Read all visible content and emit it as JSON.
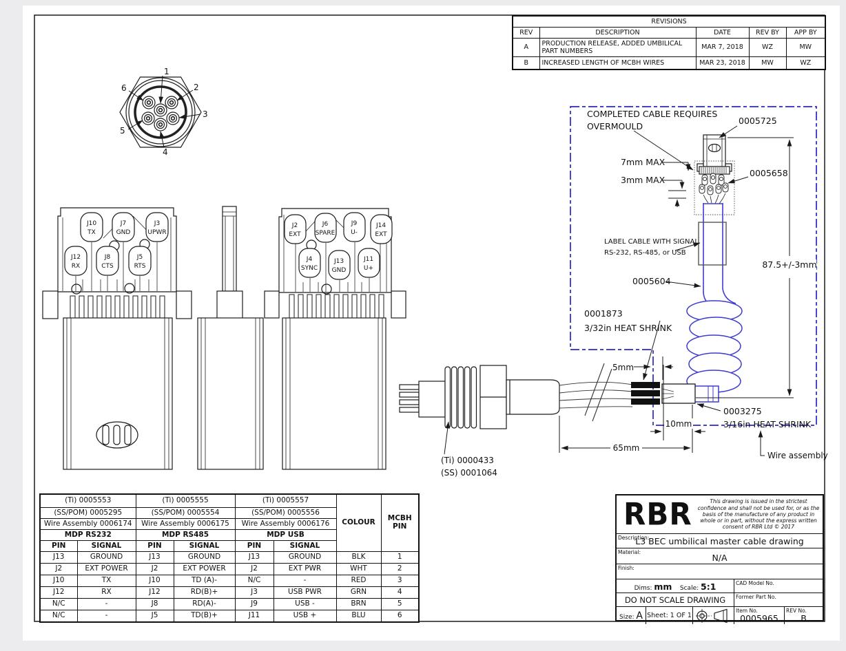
{
  "revisions": {
    "title": "REVISIONS",
    "headers": [
      "REV",
      "DESCRIPTION",
      "DATE",
      "REV BY",
      "APP BY"
    ],
    "rows": [
      {
        "rev": "A",
        "description": "PRODUCTION RELEASE, ADDED UMBILICAL PART NUMBERS",
        "date": "MAR 7, 2018",
        "rev_by": "WZ",
        "app_by": "MW"
      },
      {
        "rev": "B",
        "description": "INCREASED LENGTH OF MCBH WIRES",
        "date": "MAR 23, 2018",
        "rev_by": "MW",
        "app_by": "WZ"
      }
    ]
  },
  "face_pins": [
    "1",
    "2",
    "3",
    "4",
    "5",
    "6"
  ],
  "pcb_a": {
    "pads": [
      {
        "id": "J10",
        "sig": "TX"
      },
      {
        "id": "J7",
        "sig": "GND"
      },
      {
        "id": "J3",
        "sig": "UPWR"
      },
      {
        "id": "J12",
        "sig": "RX"
      },
      {
        "id": "J8",
        "sig": "CTS"
      },
      {
        "id": "J5",
        "sig": "RTS"
      }
    ]
  },
  "pcb_c": {
    "pads": [
      {
        "id": "J2",
        "sig": "EXT"
      },
      {
        "id": "J6",
        "sig": "SPARE"
      },
      {
        "id": "J9",
        "sig": "U-"
      },
      {
        "id": "J14",
        "sig": "EXT"
      },
      {
        "id": "J4",
        "sig": "SYNC"
      },
      {
        "id": "J13",
        "sig": "GND"
      },
      {
        "id": "J11",
        "sig": "U+"
      }
    ]
  },
  "detail": {
    "overmould_line1": "COMPLETED CABLE REQUIRES",
    "overmould_line2": "OVERMOULD",
    "plug_part": "0005725",
    "dim_7mm": "7mm MAX",
    "dim_3mm": "3mm MAX",
    "terminal_part": "0005658",
    "label_note_line1": "LABEL CABLE WITH SIGNAL",
    "label_note_line2": "RS-232, RS-485, or USB",
    "dim_875": "87.5+/-3mm",
    "cable_part": "0005604",
    "hs1_part": "0001873",
    "hs1_desc": "3/32in  HEAT SHRINK",
    "dim_5mm": "5mm",
    "hs2_part": "0003275",
    "hs2_desc": "3/16in HEAT SHRINK",
    "dim_10mm": "10mm",
    "dim_65mm": "65mm",
    "wire_assembly": "Wire assembly",
    "bulkhead_ti": "(Ti) 0000433",
    "bulkhead_ss": "(SS) 0001064"
  },
  "pin_table": {
    "groups": [
      {
        "ti": "(Ti) 0005553",
        "ss": "(SS/POM) 0005295",
        "wire": "Wire Assembly  0006174",
        "name": "MDP RS232"
      },
      {
        "ti": "(Ti) 0005555",
        "ss": "(SS/POM) 0005554",
        "wire": "Wire Assembly  0006175",
        "name": "MDP RS485"
      },
      {
        "ti": "(Ti) 0005557",
        "ss": "(SS/POM) 0005556",
        "wire": "Wire Assembly  0006176",
        "name": "MDP USB"
      }
    ],
    "pin_header": "PIN",
    "signal_header": "SIGNAL",
    "colour_header": "COLOUR",
    "mcbh_header": "MCBH PIN",
    "rows": [
      {
        "p1": "J13",
        "s1": "GROUND",
        "p2": "J13",
        "s2": "GROUND",
        "p3": "J13",
        "s3": "GROUND",
        "colour": "BLK",
        "mcbh": "1"
      },
      {
        "p1": "J2",
        "s1": "EXT POWER",
        "p2": "J2",
        "s2": "EXT POWER",
        "p3": "J2",
        "s3": "EXT PWR",
        "colour": "WHT",
        "mcbh": "2"
      },
      {
        "p1": "J10",
        "s1": "TX",
        "p2": "J10",
        "s2": "TD (A)-",
        "p3": "N/C",
        "s3": "-",
        "colour": "RED",
        "mcbh": "3"
      },
      {
        "p1": "J12",
        "s1": "RX",
        "p2": "J12",
        "s2": "RD(B)+",
        "p3": "J3",
        "s3": "USB PWR",
        "colour": "GRN",
        "mcbh": "4"
      },
      {
        "p1": "N/C",
        "s1": "-",
        "p2": "J8",
        "s2": "RD(A)-",
        "p3": "J9",
        "s3": "USB -",
        "colour": "BRN",
        "mcbh": "5"
      },
      {
        "p1": "N/C",
        "s1": "-",
        "p2": "J5",
        "s2": "TD(B)+",
        "p3": "J11",
        "s3": "USB +",
        "colour": "BLU",
        "mcbh": "6"
      }
    ]
  },
  "title_block": {
    "logo": "RBR",
    "confidence_note": "This drawing is issued in the strictest confidence and shall not be used for, or as the basis of the manufacture of any product in whole or in part, without the express written consent of RBR Ltd © 2017",
    "description_label": "Description:",
    "description": "L3 BEC umbilical master cable drawing",
    "material_label": "Material:",
    "material": "N/A",
    "finish_label": "Finish:",
    "dims_label": "Dims:",
    "dims_value": "mm",
    "scale_label": "Scale:",
    "scale_value": "5:1",
    "cad_label": "CAD Model No.",
    "do_not_scale": "DO NOT SCALE DRAWING",
    "former_label": "Former Part No.",
    "size_label": "Size:",
    "size_value": "A",
    "sheet": "Sheet: 1 OF 1",
    "item_label": "Item No.",
    "item_value": "0005965",
    "rev_label": "REV No.",
    "rev_value": "B"
  },
  "colors": {
    "line": "#1a1a1a",
    "cable_blue": "#3b3bd1",
    "dash_blue": "#2828c4"
  }
}
